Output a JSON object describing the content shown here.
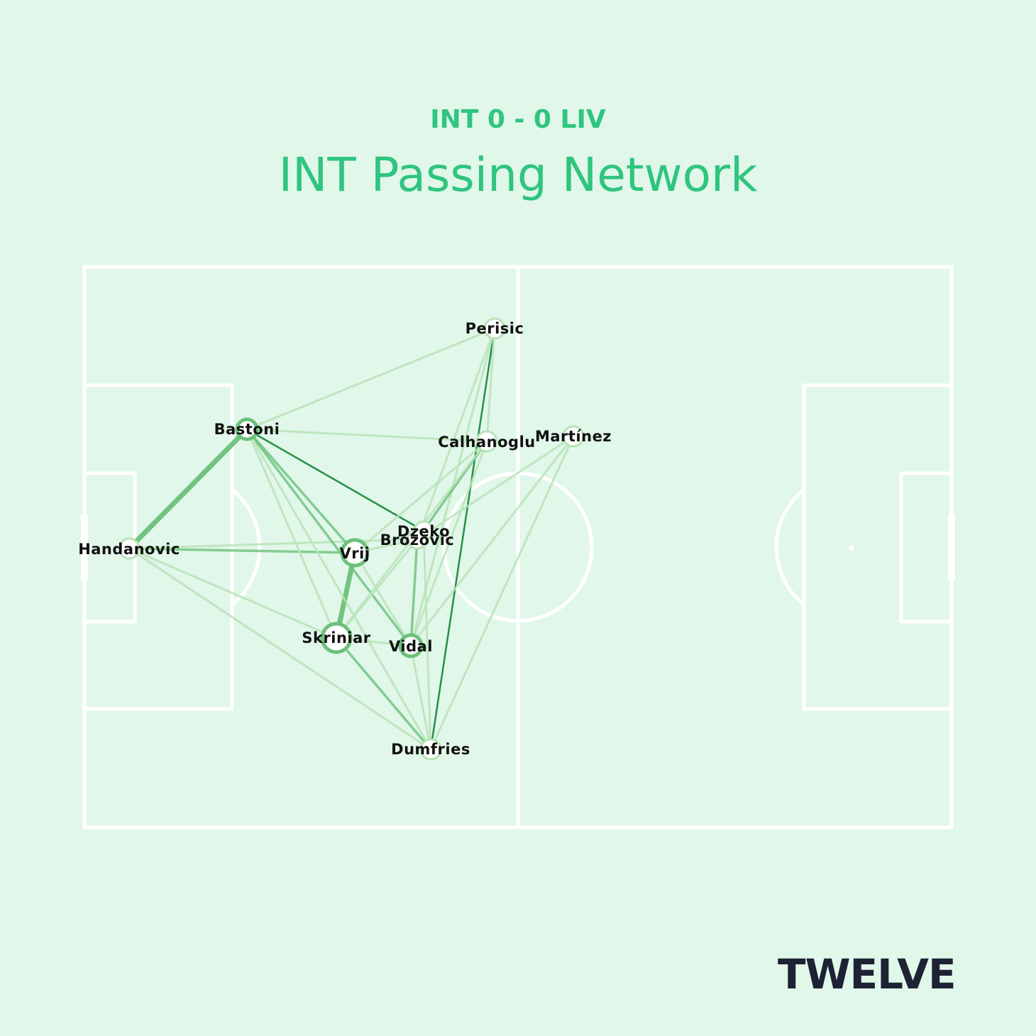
{
  "header": {
    "score": "INT 0 - 0 LIV",
    "title": "INT Passing Network"
  },
  "brand": {
    "logo_text": "TWELVE"
  },
  "colors": {
    "background": "#e1f7ea",
    "accent": "#2fc57f",
    "pitch_lines": "#ffffff",
    "edge_dark": "#1a8a3e",
    "edge_mid": "#6cc07a",
    "edge_light": "#b9e3b7",
    "logo": "#1e2235"
  },
  "network": {
    "players": [
      {
        "id": "handanovic",
        "label": "Handanovic"
      },
      {
        "id": "bastoni",
        "label": "Bastoni"
      },
      {
        "id": "perisic",
        "label": "Perisic"
      },
      {
        "id": "calhanoglu",
        "label": "Calhanoglu"
      },
      {
        "id": "martinez",
        "label": "Martínez"
      },
      {
        "id": "dzeko",
        "label": "Dzeko"
      },
      {
        "id": "brozovic",
        "label": "Brozovic"
      },
      {
        "id": "vrij",
        "label": "Vrij"
      },
      {
        "id": "skriniar",
        "label": "Skriniar"
      },
      {
        "id": "vidal",
        "label": "Vidal"
      },
      {
        "id": "dumfries",
        "label": "Dumfries"
      }
    ],
    "links": [
      {
        "source": "handanovic",
        "target": "bastoni",
        "strength": "strong"
      },
      {
        "source": "skriniar",
        "target": "vrij",
        "strength": "strong"
      },
      {
        "source": "handanovic",
        "target": "vrij",
        "strength": "medium"
      },
      {
        "source": "handanovic",
        "target": "brozovic",
        "strength": "light"
      },
      {
        "source": "handanovic",
        "target": "skriniar",
        "strength": "light"
      },
      {
        "source": "handanovic",
        "target": "dumfries",
        "strength": "light"
      },
      {
        "source": "bastoni",
        "target": "perisic",
        "strength": "light"
      },
      {
        "source": "bastoni",
        "target": "calhanoglu",
        "strength": "light"
      },
      {
        "source": "bastoni",
        "target": "dzeko",
        "strength": "dark"
      },
      {
        "source": "bastoni",
        "target": "vrij",
        "strength": "medium"
      },
      {
        "source": "bastoni",
        "target": "skriniar",
        "strength": "light"
      },
      {
        "source": "bastoni",
        "target": "vidal",
        "strength": "medium"
      },
      {
        "source": "bastoni",
        "target": "dumfries",
        "strength": "light"
      },
      {
        "source": "perisic",
        "target": "dumfries",
        "strength": "dark"
      },
      {
        "source": "perisic",
        "target": "brozovic",
        "strength": "light"
      },
      {
        "source": "perisic",
        "target": "vidal",
        "strength": "light"
      },
      {
        "source": "perisic",
        "target": "calhanoglu",
        "strength": "light"
      },
      {
        "source": "calhanoglu",
        "target": "brozovic",
        "strength": "medium"
      },
      {
        "source": "calhanoglu",
        "target": "skriniar",
        "strength": "light"
      },
      {
        "source": "calhanoglu",
        "target": "vidal",
        "strength": "light"
      },
      {
        "source": "calhanoglu",
        "target": "vrij",
        "strength": "light"
      },
      {
        "source": "martinez",
        "target": "vidal",
        "strength": "light"
      },
      {
        "source": "martinez",
        "target": "dumfries",
        "strength": "light"
      },
      {
        "source": "martinez",
        "target": "brozovic",
        "strength": "light"
      },
      {
        "source": "vrij",
        "target": "brozovic",
        "strength": "light"
      },
      {
        "source": "vrij",
        "target": "vidal",
        "strength": "light"
      },
      {
        "source": "brozovic",
        "target": "vidal",
        "strength": "medium"
      },
      {
        "source": "brozovic",
        "target": "skriniar",
        "strength": "light"
      },
      {
        "source": "skriniar",
        "target": "vidal",
        "strength": "light"
      },
      {
        "source": "skriniar",
        "target": "dumfries",
        "strength": "medium"
      },
      {
        "source": "vidal",
        "target": "dumfries",
        "strength": "light"
      },
      {
        "source": "dzeko",
        "target": "dumfries",
        "strength": "light"
      }
    ]
  }
}
